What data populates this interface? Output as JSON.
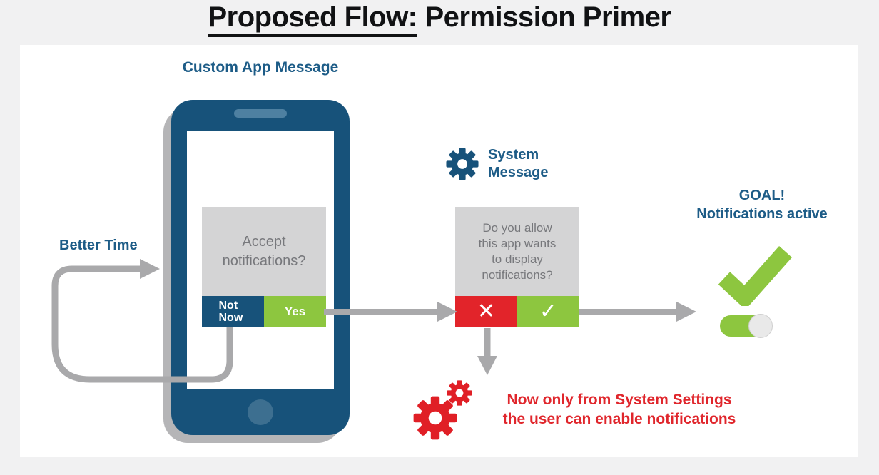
{
  "page": {
    "title_underlined": "Proposed Flow:",
    "title_rest": "Permission Primer"
  },
  "phone_section": {
    "heading": "Custom App Message",
    "loop_label": "Better Time",
    "dialog": {
      "message": "Accept notifications?",
      "deny_label": "Not Now",
      "confirm_label": "Yes"
    }
  },
  "system_section": {
    "heading_line1": "System",
    "heading_line2": "Message",
    "dialog": {
      "message_lines": [
        "Do you allow",
        "this app wants",
        "to display",
        "notifications?"
      ],
      "deny_glyph": "✕",
      "confirm_glyph": "✓"
    },
    "warning_line1": "Now only from System Settings",
    "warning_line2": "the user can enable notifications"
  },
  "goal_section": {
    "heading_line1": "GOAL!",
    "heading_line2": "Notifications active"
  },
  "colors": {
    "dark_blue": "#17527a",
    "heading_blue": "#1d5c87",
    "green": "#8dc63f",
    "red": "#e2242a",
    "arrow_gray": "#a9a9ab",
    "dialog_gray": "#d4d4d5",
    "dialog_text_gray": "#77787c",
    "page_background": "#f1f1f2",
    "panel_background": "#ffffff"
  }
}
